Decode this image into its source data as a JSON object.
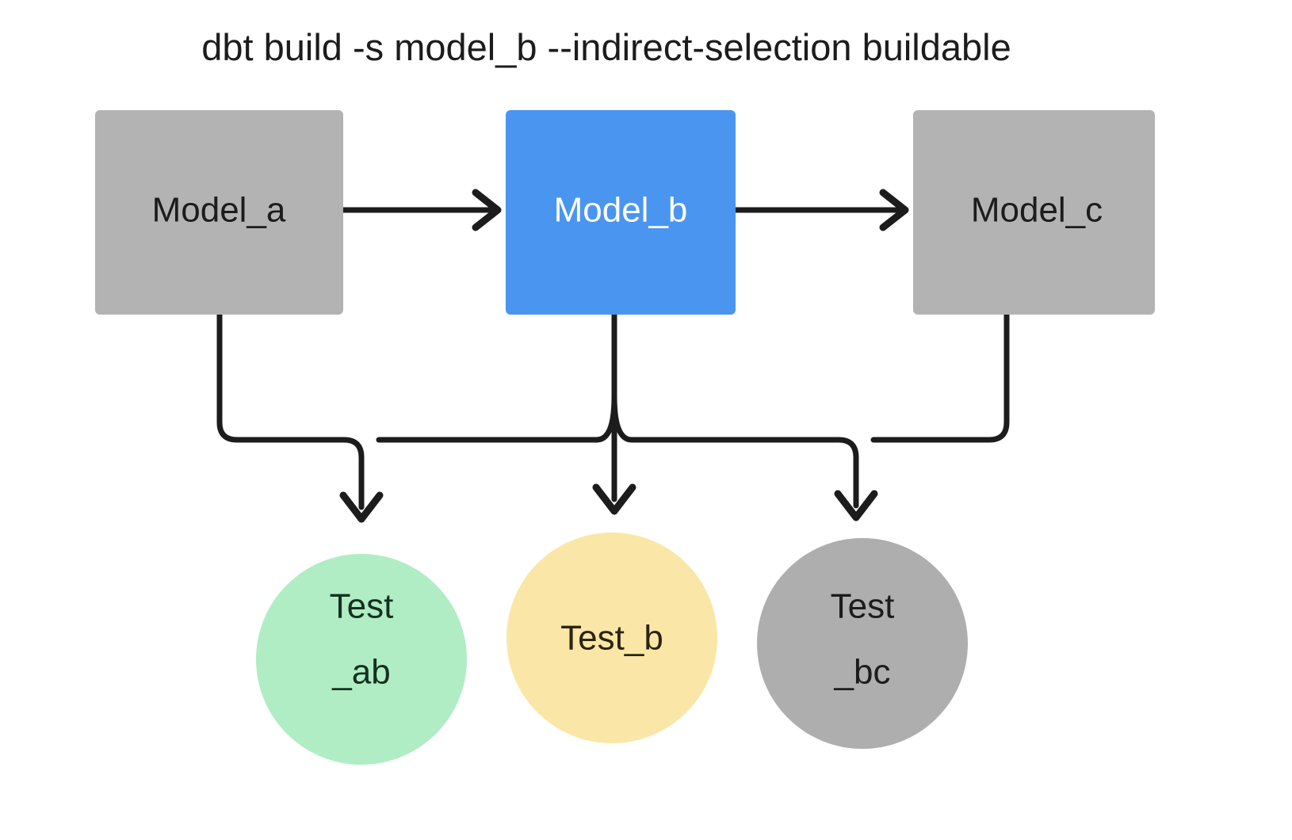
{
  "diagram": {
    "title": "dbt build -s model_b --indirect-selection buildable",
    "background": "#ffffff",
    "edge_color": "#1c1c1c",
    "nodes": {
      "model_a": {
        "label": "Model_a",
        "shape": "rectangle",
        "fill": "#b3b3b3",
        "text_color": "#1c1c1c",
        "selected": false
      },
      "model_b": {
        "label": "Model_b",
        "shape": "rectangle",
        "fill": "#4a95f0",
        "text_color": "#ffffff",
        "selected": true
      },
      "model_c": {
        "label": "Model_c",
        "shape": "rectangle",
        "fill": "#b3b3b3",
        "text_color": "#1c1c1c",
        "selected": false
      },
      "test_ab": {
        "label_line1": "Test",
        "label_line2": "_ab",
        "shape": "circle",
        "fill": "#b0edc5",
        "text_color": "#16301f",
        "selected": true
      },
      "test_b": {
        "label_line1": "Test_b",
        "label_line2": "",
        "shape": "circle",
        "fill": "#fae7a8",
        "text_color": "#2b2510",
        "selected": true
      },
      "test_bc": {
        "label_line1": "Test",
        "label_line2": "_bc",
        "shape": "circle",
        "fill": "#aeaeae",
        "text_color": "#1c1c1c",
        "selected": false
      }
    },
    "edges": [
      {
        "from": "model_a",
        "to": "model_b",
        "style": "arrow-right"
      },
      {
        "from": "model_b",
        "to": "model_c",
        "style": "arrow-right"
      },
      {
        "from": "model_a",
        "to": "test_ab",
        "style": "elbow-down"
      },
      {
        "from": "model_b",
        "to": "test_ab",
        "style": "elbow-down"
      },
      {
        "from": "model_b",
        "to": "test_b",
        "style": "straight-down"
      },
      {
        "from": "model_b",
        "to": "test_bc",
        "style": "elbow-down"
      },
      {
        "from": "model_c",
        "to": "test_bc",
        "style": "elbow-down"
      }
    ]
  }
}
